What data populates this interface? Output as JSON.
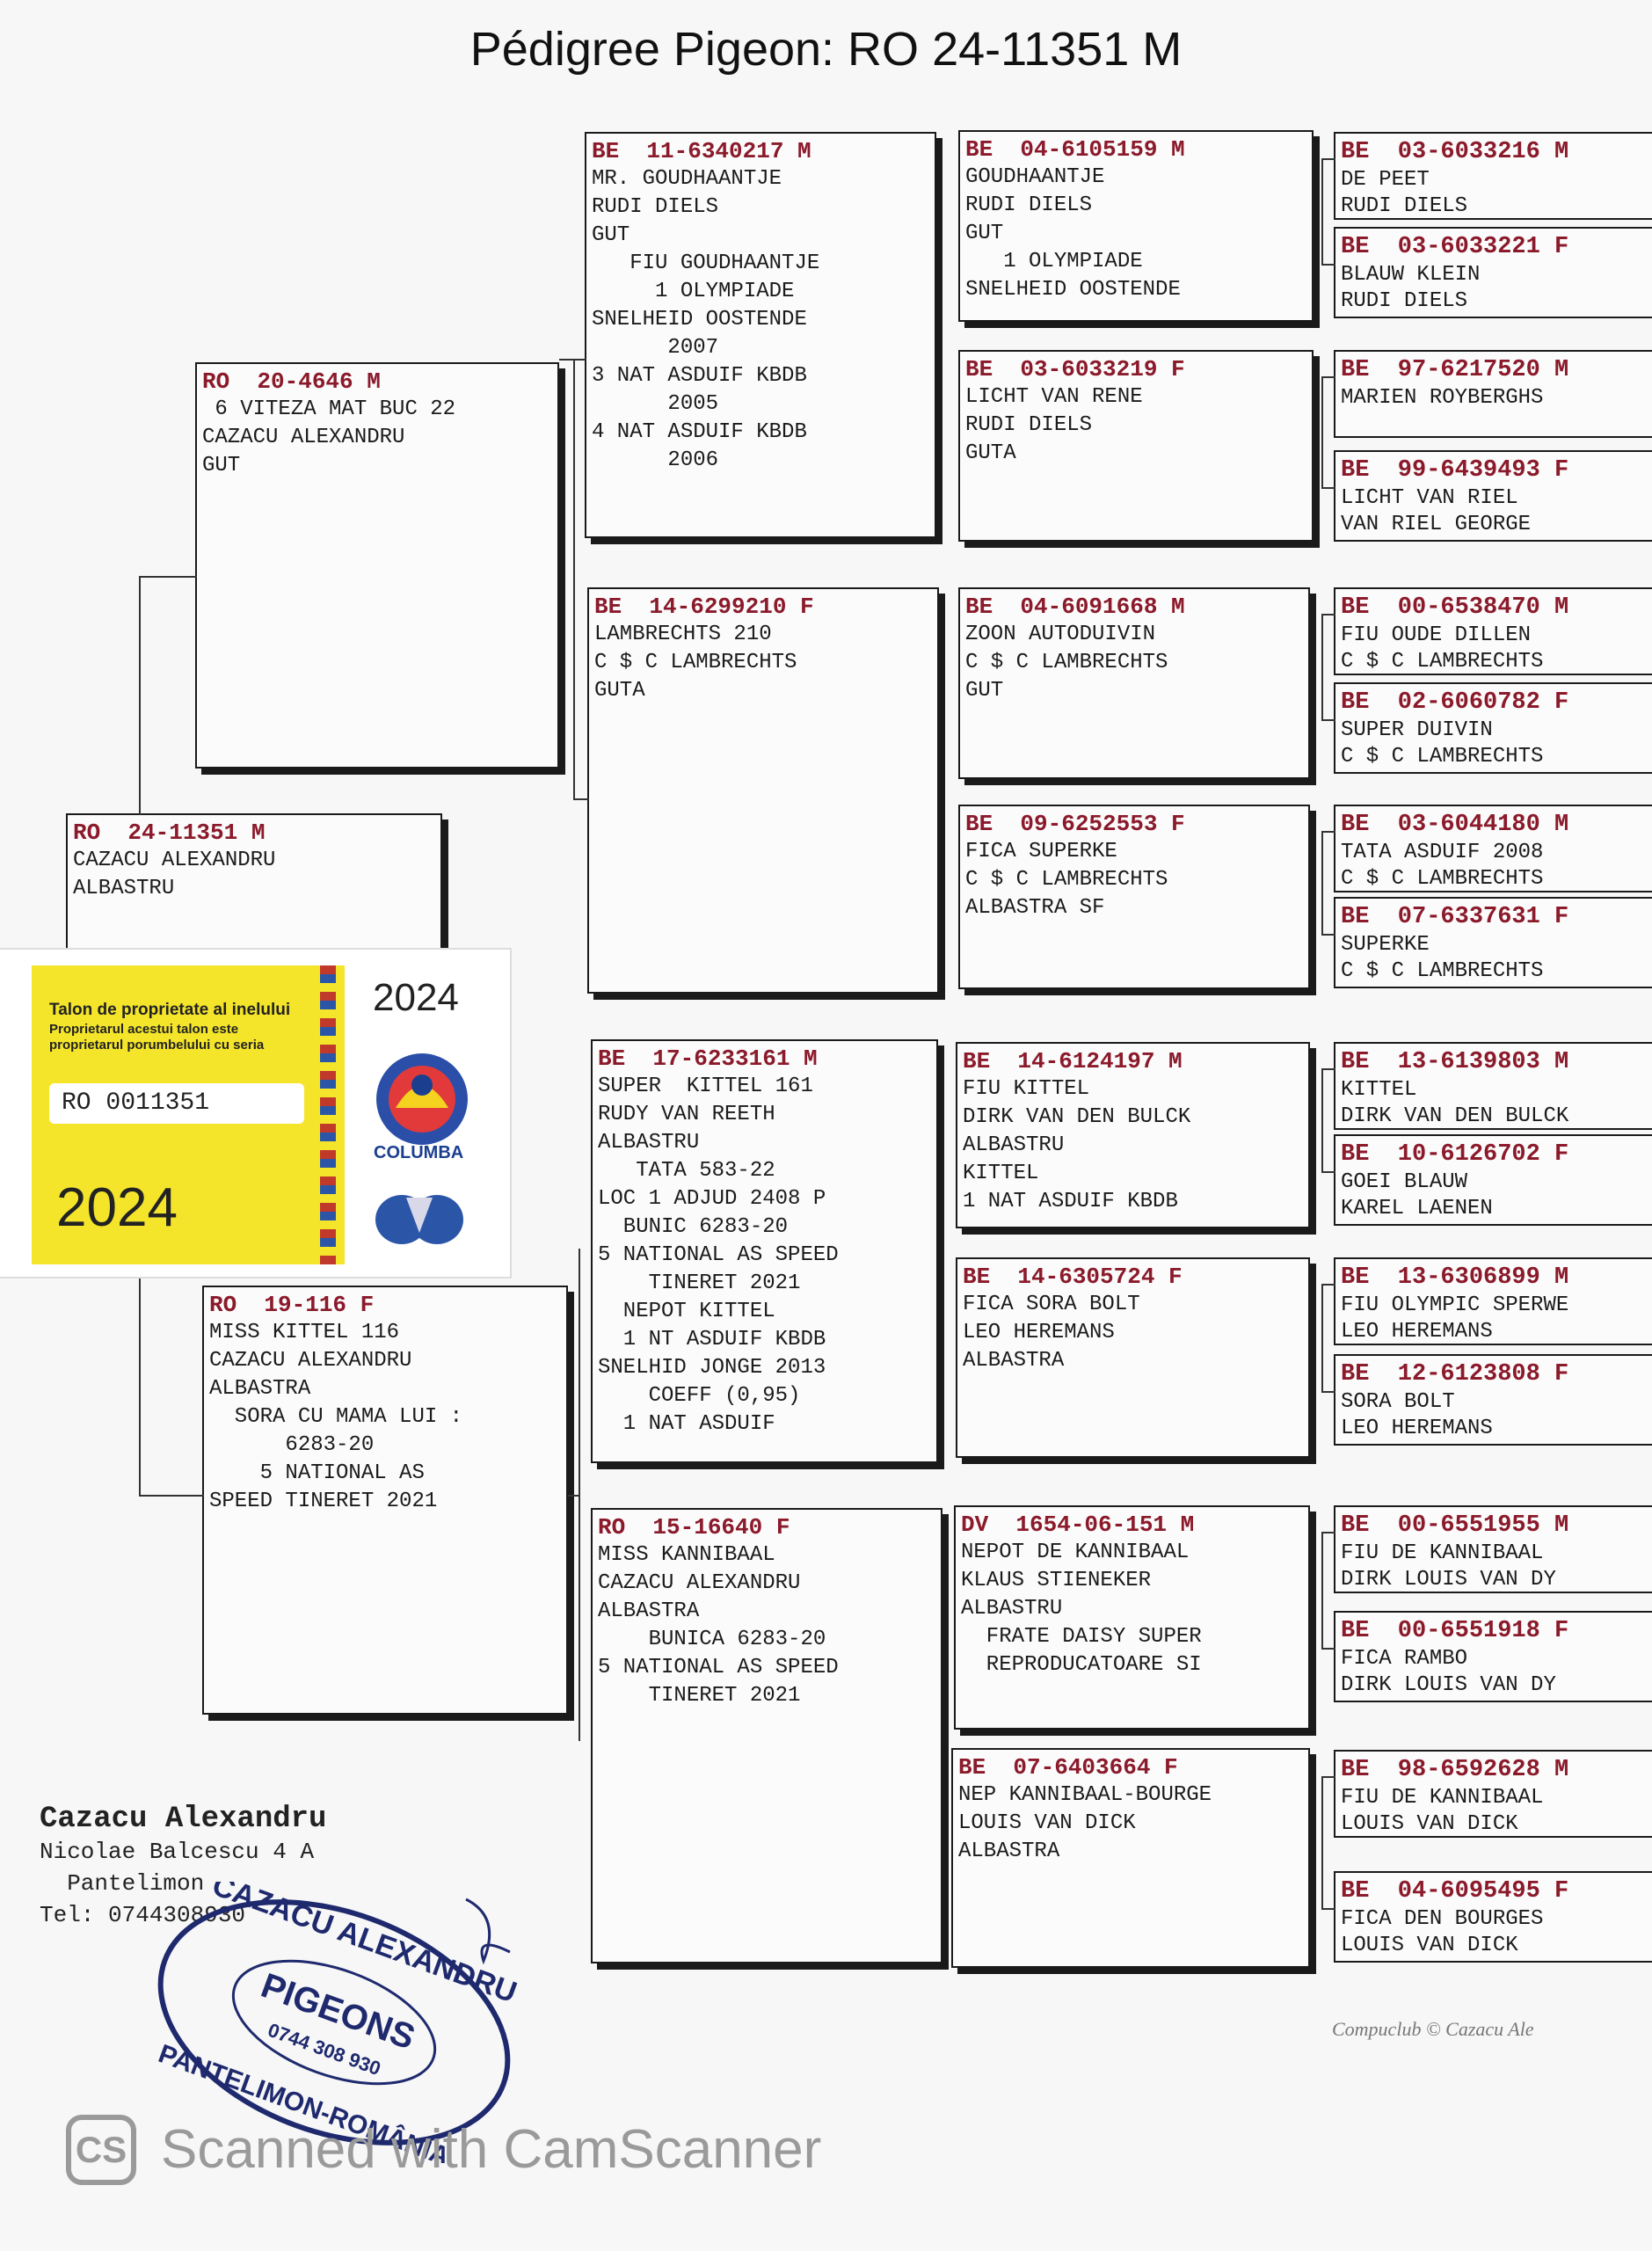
{
  "title": "Pédigree Pigeon: RO  24-11351 M",
  "pigeons": {
    "subject": {
      "head": "RO  24-11351 M",
      "lines": [
        "",
        "CAZACU ALEXANDRU",
        "ALBASTRU"
      ]
    },
    "sire": {
      "head": "RO  20-4646 M",
      "lines": [
        " 6 VITEZA MAT BUC 22",
        "CAZACU ALEXANDRU",
        "GUT"
      ]
    },
    "dam": {
      "head": "RO  19-116 F",
      "lines": [
        "MISS KITTEL 116",
        "CAZACU ALEXANDRU",
        "ALBASTRA",
        "  SORA CU MAMA LUI :",
        "      6283-20",
        "    5 NATIONAL AS",
        "SPEED TINERET 2021"
      ]
    },
    "ss": {
      "head": "BE  11-6340217 M",
      "lines": [
        "MR. GOUDHAANTJE",
        "RUDI DIELS",
        "GUT",
        "   FIU GOUDHAANTJE",
        "     1 OLYMPIADE",
        "SNELHEID OOSTENDE",
        "      2007",
        "3 NAT ASDUIF KBDB",
        "      2005",
        "4 NAT ASDUIF KBDB",
        "      2006"
      ]
    },
    "sd": {
      "head": "BE  14-6299210 F",
      "lines": [
        "LAMBRECHTS 210",
        "C $ C LAMBRECHTS",
        "GUTA"
      ]
    },
    "ds": {
      "head": "BE  17-6233161 M",
      "lines": [
        "SUPER  KITTEL 161",
        "RUDY VAN REETH",
        "ALBASTRU",
        "   TATA 583-22",
        "LOC 1 ADJUD 2408 P",
        "  BUNIC 6283-20",
        "5 NATIONAL AS SPEED",
        "    TINERET 2021",
        "  NEPOT KITTEL",
        "  1 NT ASDUIF KBDB",
        "SNELHID JONGE 2013",
        "    COEFF (0,95)",
        "  1 NAT ASDUIF"
      ]
    },
    "dd": {
      "head": "RO  15-16640 F",
      "lines": [
        "MISS KANNIBAAL",
        "CAZACU ALEXANDRU",
        "ALBASTRA",
        "    BUNICA 6283-20",
        "5 NATIONAL AS SPEED",
        "    TINERET 2021"
      ]
    },
    "sss": {
      "head": "BE  04-6105159 M",
      "lines": [
        "GOUDHAANTJE",
        "RUDI DIELS",
        "GUT",
        "   1 OLYMPIADE",
        "SNELHEID OOSTENDE"
      ]
    },
    "ssd": {
      "head": "BE  03-6033219 F",
      "lines": [
        "LICHT VAN RENE",
        "RUDI DIELS",
        "GUTA"
      ]
    },
    "sds": {
      "head": "BE  04-6091668 M",
      "lines": [
        "ZOON AUTODUIVIN",
        "C $ C LAMBRECHTS",
        "GUT"
      ]
    },
    "sdd": {
      "head": "BE  09-6252553 F",
      "lines": [
        "FICA SUPERKE",
        "C $ C LAMBRECHTS",
        "ALBASTRA SF"
      ]
    },
    "dss": {
      "head": "BE  14-6124197 M",
      "lines": [
        "FIU KITTEL",
        "DIRK VAN DEN BULCK",
        "ALBASTRU",
        "KITTEL",
        "1 NAT ASDUIF KBDB"
      ]
    },
    "dsd": {
      "head": "BE  14-6305724 F",
      "lines": [
        "FICA SORA BOLT",
        "LEO HEREMANS",
        "ALBASTRA"
      ]
    },
    "dds": {
      "head": "DV  1654-06-151 M",
      "lines": [
        "NEPOT DE KANNIBAAL",
        "KLAUS STIENEKER",
        "ALBASTRU",
        "  FRATE DAISY SUPER",
        "  REPRODUCATOARE SI"
      ]
    },
    "ddd": {
      "head": "BE  07-6403664 F",
      "lines": [
        "NEP KANNIBAAL-BOURGE",
        "LOUIS VAN DICK",
        "ALBASTRA"
      ]
    },
    "g4": [
      {
        "head": "BE  03-6033216 M",
        "lines": [
          "DE PEET",
          "RUDI DIELS"
        ]
      },
      {
        "head": "BE  03-6033221 F",
        "lines": [
          "BLAUW KLEIN",
          "RUDI DIELS"
        ]
      },
      {
        "head": "BE  97-6217520 M",
        "lines": [
          "",
          "MARIEN ROYBERGHS"
        ]
      },
      {
        "head": "BE  99-6439493 F",
        "lines": [
          "LICHT VAN RIEL",
          "VAN RIEL GEORGE"
        ]
      },
      {
        "head": "BE  00-6538470 M",
        "lines": [
          "FIU OUDE DILLEN",
          "C $ C LAMBRECHTS"
        ]
      },
      {
        "head": "BE  02-6060782 F",
        "lines": [
          "SUPER DUIVIN",
          "C $ C LAMBRECHTS"
        ]
      },
      {
        "head": "BE  03-6044180 M",
        "lines": [
          "TATA ASDUIF 2008",
          "C $ C LAMBRECHTS"
        ]
      },
      {
        "head": "BE  07-6337631 F",
        "lines": [
          "SUPERKE",
          "C $ C LAMBRECHTS"
        ]
      },
      {
        "head": "BE  13-6139803 M",
        "lines": [
          "KITTEL",
          "DIRK VAN DEN BULCK"
        ]
      },
      {
        "head": "BE  10-6126702 F",
        "lines": [
          "GOEI BLAUW",
          "KAREL LAENEN"
        ]
      },
      {
        "head": "BE  13-6306899 M",
        "lines": [
          "FIU OLYMPIC SPERWE",
          "LEO HEREMANS"
        ]
      },
      {
        "head": "BE  12-6123808 F",
        "lines": [
          "SORA BOLT",
          "LEO HEREMANS"
        ]
      },
      {
        "head": "BE  00-6551955 M",
        "lines": [
          "FIU DE KANNIBAAL",
          "DIRK LOUIS VAN DY"
        ]
      },
      {
        "head": "BE  00-6551918 F",
        "lines": [
          "FICA RAMBO",
          "DIRK LOUIS VAN DY"
        ]
      },
      {
        "head": "BE  98-6592628 M",
        "lines": [
          "FIU DE KANNIBAAL",
          "LOUIS VAN DICK"
        ]
      },
      {
        "head": "BE  04-6095495 F",
        "lines": [
          "FICA DEN BOURGES",
          "LOUIS VAN DICK"
        ]
      }
    ]
  },
  "ring_card": {
    "title": "Talon de proprietate al inelului",
    "subtitle": "Proprietarul acestui talon este\nproprietarul porumbelului cu seria",
    "ring_number": "RO  0011351",
    "year": "2024",
    "year_top": "2024",
    "logo_text": "COLUMBA"
  },
  "owner": {
    "name": "Cazacu Alexandru",
    "address": "Nicolae Balcescu 4 A",
    "city": "  Pantelimon",
    "tel": "Tel: 0744308930"
  },
  "stamp": {
    "top": "CAZACU ALEXANDRU",
    "middle": "PIGEONS",
    "phone": "0744 308 930",
    "bottom": "PANTELIMON-ROMÂNIA"
  },
  "footer": "Compuclub © Cazacu Ale",
  "scanner": {
    "icon": "CS",
    "text": "Scanned with CamScanner"
  },
  "colors": {
    "accent": "#8b1a2b",
    "stamp": "#1f2a6e",
    "card_yellow": "#f4e52b"
  }
}
